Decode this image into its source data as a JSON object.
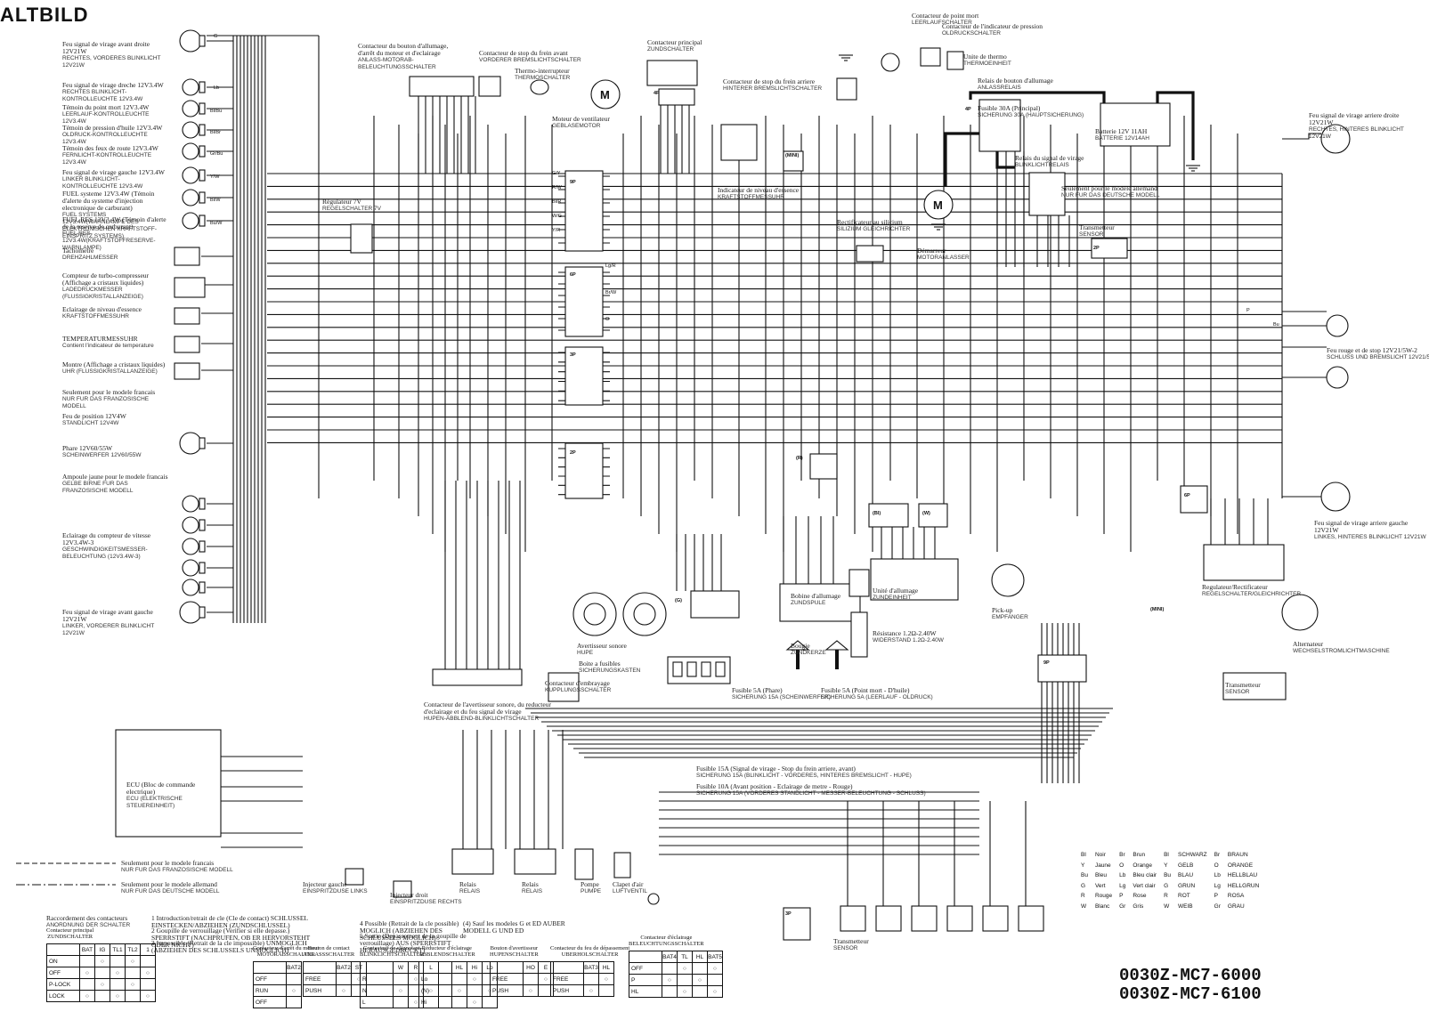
{
  "header": {
    "title": "ALTBILD"
  },
  "part_numbers": [
    "0030Z-MC7-6000",
    "0030Z-MC7-6100"
  ],
  "left_components": [
    {
      "fr": "Feu signal de virage avant droite 12V21W",
      "de": "RECHTES, VORDERES BLINKLICHT 12V21W"
    },
    {
      "fr": "Feu signal de virage dreche 12V3.4W",
      "de": "RECHTES BLINKLICHT-KONTROLLEUCHTE 12V3.4W"
    },
    {
      "fr": "Témoin du point mort 12V3.4W",
      "de": "LEERLAUF-KONTROLLEUCHTE 12V3.4W"
    },
    {
      "fr": "Témoin de pression d'huile 12V3.4W",
      "de": "OLDRUCK-KONTROLLEUCHTE 12V3.4W"
    },
    {
      "fr": "Témoin des feux de route 12V3.4W",
      "de": "FERNLICHT-KONTROLLEUCHTE 12V3.4W"
    },
    {
      "fr": "Feu signal de virage gauche 12V3.4W",
      "de": "LINKER BLINKLICHT-KONTROLLEUCHTE 12V3.4W"
    },
    {
      "fr": "FUEL systeme 12V3.4W (Témoin d'alerte du systeme d'injection electronique de carburant)",
      "de": "FUEL SYSTEMS 12V3.4W(WARNLAMPE DES ELEKTRONISCHEN KRAFTSTOFF-EINSPRITZ SYSTEMS)"
    },
    {
      "fr": "FUEL RES 12V3.4W (Témoin d'alerte de la reserve de carburant)",
      "de": "FUEL RES 12V3.4W(KRAFTSTOFFRESERVE-WARNLAMPE)"
    },
    {
      "fr": "Tachometre",
      "de": "DREHZAHLMESSER"
    },
    {
      "fr": "Compteur de turbo-compresseur (Affichage a cristaux liquides)",
      "de": "LADEDRUCKMESSER (FLUSSIGKRISTALLANZEIGE)"
    },
    {
      "fr": "Eclairage de niveau d'essence",
      "de": "KRAFTSTOFFMESSUHR"
    },
    {
      "fr": "TEMPERATURMESSUHR",
      "de": "Contient l'indicateur de temperature"
    },
    {
      "fr": "Montre (Affichage a cristaux liquides)",
      "de": "UHR (FLUSSIGKRISTALLANZEIGE)"
    },
    {
      "fr": "Seulement pour le modele francais",
      "de": "NUR FUR DAS FRANZOSISCHE MODELL"
    },
    {
      "fr": "Feu de position 12V4W",
      "de": "STANDLICHT 12V4W"
    },
    {
      "fr": "Phare 12V60/55W",
      "de": "SCHEINWERFER 12V60/55W"
    },
    {
      "fr": "Ampoule jaune pour le modele francais",
      "de": "GELBE BIRNE FUR DAS FRANZOSISCHE MODELL"
    },
    {
      "fr": "Eclairage du compteur de vitesse 12V3.4W-3",
      "de": "GESCHWINDIGKEITSMESSER-BELEUCHTUNG (12V3.4W-3)"
    },
    {
      "fr": "Feu signal de virage avant gauche 12V21W",
      "de": "LINKER, VORDERER BLINKLICHT 12V21W"
    }
  ],
  "top_components": [
    {
      "fr": "Contacteur du bouton d'allumage, d'arrêt du moteur et d'eclairage",
      "de": "ANLASS-MOTORAB-BELEUCHTUNGSSCHALTER"
    },
    {
      "fr": "Contacteur de stop du frein avant",
      "de": "VORDERER BREMSLICHTSCHALTER"
    },
    {
      "fr": "Thermo-interrupteur",
      "de": "THERMOSCHALTER"
    },
    {
      "fr": "Contacteur principal",
      "de": "ZUNDSCHALTER"
    },
    {
      "fr": "Moteur de ventilateur",
      "de": "GEBLASEMOTOR"
    },
    {
      "fr": "Contacteur de stop du frein arriere",
      "de": "HINTERER BREMSLICHTSCHALTER"
    },
    {
      "fr": "Indicateur de niveau d'essence",
      "de": "KRAFTSTOFFMESSUHR"
    },
    {
      "fr": "Régulateur 7V",
      "de": "REGELSCHALTER 7V"
    },
    {
      "fr": "Contacteur de point mort",
      "de": "LEERLAUFSCHALTER"
    },
    {
      "fr": "Contacteur de l'indicateur de pression",
      "de": "OLDRUCKSCHALTER"
    },
    {
      "fr": "Unite de thermo",
      "de": "THERMOEINHEIT"
    },
    {
      "fr": "Relais de bouton d'allumage",
      "de": "ANLASSRELAIS"
    },
    {
      "fr": "Fusible 30A (Principal)",
      "de": "SICHERUNG 30A (HAUPTSICHERUNG)"
    },
    {
      "fr": "Batterie 12V 11AH",
      "de": "BATTERIE 12V14AH"
    },
    {
      "fr": "Relais du signal de virage",
      "de": "BLINKLICHTRELAIS"
    },
    {
      "fr": "Seulement pour le modele allemand",
      "de": "NUR FUR DAS DEUTSCHE MODELL"
    },
    {
      "fr": "Rectificateur au silicium",
      "de": "SILIZIUM GLEICHRICHTER"
    },
    {
      "fr": "Démarreur",
      "de": "MOTORANLASSER"
    },
    {
      "fr": "Transmetteur",
      "de": "SENSOR"
    }
  ],
  "right_components": [
    {
      "fr": "Feu signal de virage arriere droite 12V21W",
      "de": "RECHTES, HINTERES BLINKLICHT 12V21W"
    },
    {
      "fr": "Feu rouge et de stop 12V21/5W-2",
      "de": "SCHLUSS UND BREMSLICHT 12V21/5W-2"
    },
    {
      "fr": "Feu signal de virage arriere gauche 12V21W",
      "de": "LINKES, HINTERES BLINKLICHT 12V21W"
    },
    {
      "fr": "Regulateur/Rectificateur",
      "de": "REGELSCHALTER/GLEICHRICHTER"
    },
    {
      "fr": "Alternateur",
      "de": "WECHSELSTROMLICHTMASCHINE"
    },
    {
      "fr": "Transmetteur",
      "de": "SENSOR"
    }
  ],
  "center_components": [
    {
      "fr": "Avertisseur sonore",
      "de": "HUPE"
    },
    {
      "fr": "Boite a fusibles",
      "de": "SICHERUNGSKASTEN"
    },
    {
      "fr": "Bobine d'allumage",
      "de": "ZUNDSPULE"
    },
    {
      "fr": "Bougie",
      "de": "ZUNDKERZE"
    },
    {
      "fr": "Unité d'allumage",
      "de": "ZUNDEINHEIT"
    },
    {
      "fr": "Pick-up",
      "de": "EMPFANGER"
    },
    {
      "fr": "Résistance 1.2Ω-2.40W",
      "de": "WIDERSTAND 1.2Ω-2.40W"
    },
    {
      "fr": "Fusible 5A (Phare)",
      "de": "SICHERUNG 15A (SCHEINWERFER)"
    },
    {
      "fr": "Fusible 5A (Point mort - D'huile)",
      "de": "SICHERUNG 5A (LEERLAUF - OLDRUCK)"
    },
    {
      "fr": "Contacteur d'embrayage",
      "de": "KUPPLUNGSSCHALTER"
    },
    {
      "fr": "Contacteur de l'avertisseur sonore, du reducteur d'eclairage et du feu signal de virage",
      "de": "HUPEN-ABBLEND-BLINKLICHTSCHALTER"
    },
    {
      "fr": "Fusible 15A (Signal de virage - Stop du frein arriere, avant)",
      "de": "SICHERUNG 15A (BLINKLICHT - VORDERES, HINTERES BREMSLICHT - HUPE)"
    },
    {
      "fr": "Fusible 10A (Avant position - Eclairage de metre - Rouge)",
      "de": "SICHERUNG 15A (VORDERES STANDLICHT - MESSER-BELEUCHTUNG - SCHLUSS)"
    }
  ],
  "bottom_components": [
    {
      "fr": "ECU (Bloc de commande electrique)",
      "de": "ECU (ELEKTRISCHE STEUEREINHEIT)"
    },
    {
      "fr": "Injecteur gauche",
      "de": "EINSPRITZDUSE LINKS"
    },
    {
      "fr": "Injecteur droit",
      "de": "EINSPRITZDUSE RECHTS"
    },
    {
      "fr": "Relais",
      "de": "RELAIS"
    },
    {
      "fr": "Relais",
      "de": "RELAIS"
    },
    {
      "fr": "Pompe",
      "de": "PUMPE"
    },
    {
      "fr": "Clapet d'air",
      "de": "LUFTVENTIL"
    },
    {
      "fr": "Transmetteur",
      "de": "SENSOR"
    }
  ],
  "line_legend": [
    {
      "fr": "Seulement pour le modele francais",
      "de": "NUR FUR DAS FRANZOSISCHE MODELL"
    },
    {
      "fr": "Seulement pour le modele allemand",
      "de": "NUR FUR DAS DEUTSCHE MODELL"
    }
  ],
  "switch_notes": {
    "title_fr": "Raccordement des contacteurs",
    "title_de": "ANORDNUNG DER SCHALTER",
    "notes": [
      "1 Introduction/retrait de cle (Cle de contact) SCHLUSSEL EINSTECKEN/ABZIEHEN (ZUNDSCHLUSSEL)",
      "2 Goupille de verrouillage (Verifier si elle depasse.) SPERRSTIFT (NACHPRUFEN, OB ER HERVORSTEHT ODER NICHT)",
      "3 Impossible (Retrait de la cle impossible) UNMOGLICH (ABZIEHEN DES SCHLUSSELS UNMOGLICH)",
      "4 Possible (Retrait de la cle possible) MOGLICH (ABZIEHEN DES SCHLUSSELS MOGLICH)",
      "5 Sortie (Depassement de la goupille de verrouillage) AUS (SPERRSTIFT HERAUSGEDRUCKT)",
      "(4) Sauf les modeles G et ED AUBER MODELL G UND ED"
    ]
  },
  "switch_tables": [
    {
      "title_fr": "Contacteur principal",
      "title_de": "ZUNDSCHALTER",
      "cols": [
        "",
        "BAT",
        "IG",
        "TL1",
        "TL2",
        "1"
      ],
      "rows": [
        "ON",
        "OFF",
        "P-LOCK",
        "LOCK"
      ]
    },
    {
      "title_fr": "Contacteur d'arrêt du moteur",
      "title_de": "MOTORABSCHALTER",
      "cols": [
        "",
        "BAT2"
      ],
      "rows": [
        "OFF",
        "RUN",
        "OFF"
      ]
    },
    {
      "title_fr": "Bouton de contact",
      "title_de": "ANLASSSCHALTER",
      "cols": [
        "",
        "BAT2",
        "ST"
      ],
      "rows": [
        "FREE",
        "PUSH"
      ]
    },
    {
      "title_fr": "Contacteur de clignotant",
      "title_de": "BLINKLICHTSCHALTER",
      "cols": [
        "",
        "W",
        "R",
        "L"
      ],
      "rows": [
        "R",
        "N",
        "L"
      ]
    },
    {
      "title_fr": "Réducteur d'éclairage",
      "title_de": "ABBLENDSCHALTER",
      "cols": [
        "",
        "HL",
        "Hi",
        "Lo"
      ],
      "rows": [
        "Lo",
        "(N)",
        "Hi"
      ]
    },
    {
      "title_fr": "Bouton d'avertisseur",
      "title_de": "HUPENSCHALTER",
      "cols": [
        "",
        "HO",
        "E"
      ],
      "rows": [
        "FREE",
        "PUSH"
      ]
    },
    {
      "title_fr": "Contacteur du feu de dépassement",
      "title_de": "UBERHOLSCHALTER",
      "cols": [
        "",
        "BAT3",
        "HL"
      ],
      "rows": [
        "FREE",
        "PUSH"
      ]
    },
    {
      "title_fr": "Contacteur d'éclairage",
      "title_de": "BELEUCHTUNGSSCHALTER",
      "cols": [
        "",
        "BAT4",
        "TL",
        "HL",
        "BAT5"
      ],
      "rows": [
        "OFF",
        "P",
        "HL"
      ]
    }
  ],
  "color_codes": [
    [
      "Bl",
      "Noir",
      "Br",
      "Brun",
      "Bl",
      "SCHWARZ",
      "Br",
      "BRAUN"
    ],
    [
      "Y",
      "Jaune",
      "O",
      "Orange",
      "Y",
      "GELB",
      "O",
      "ORANGE"
    ],
    [
      "Bu",
      "Bleu",
      "Lb",
      "Bleu clair",
      "Bu",
      "BLAU",
      "Lb",
      "HELLBLAU"
    ],
    [
      "G",
      "Vert",
      "Lg",
      "Vert clair",
      "G",
      "GRUN",
      "Lg",
      "HELLGRUN"
    ],
    [
      "R",
      "Rouge",
      "P",
      "Rose",
      "R",
      "ROT",
      "P",
      "ROSA"
    ],
    [
      "W",
      "Blanc",
      "Gr",
      "Gris",
      "W",
      "WEIB",
      "Gr",
      "GRAU"
    ]
  ],
  "wire_tags": [
    "G",
    "Lb",
    "Bl/Bu",
    "Bl/Br",
    "Gr/Bu",
    "Y/W",
    "Bl/W",
    "Bu/W",
    "G/Y",
    "R/W",
    "Bl/R",
    "W/G",
    "Y/R",
    "Lg/R",
    "Br/W",
    "O",
    "P",
    "Bu"
  ],
  "connector_tags": [
    "9P",
    "6P",
    "3P",
    "2P",
    "4P",
    "(MINI)",
    "(R)",
    "(Bl)",
    "(W)",
    "(G)"
  ],
  "colors": {
    "ink": "#111111",
    "paper": "#ffffff"
  }
}
